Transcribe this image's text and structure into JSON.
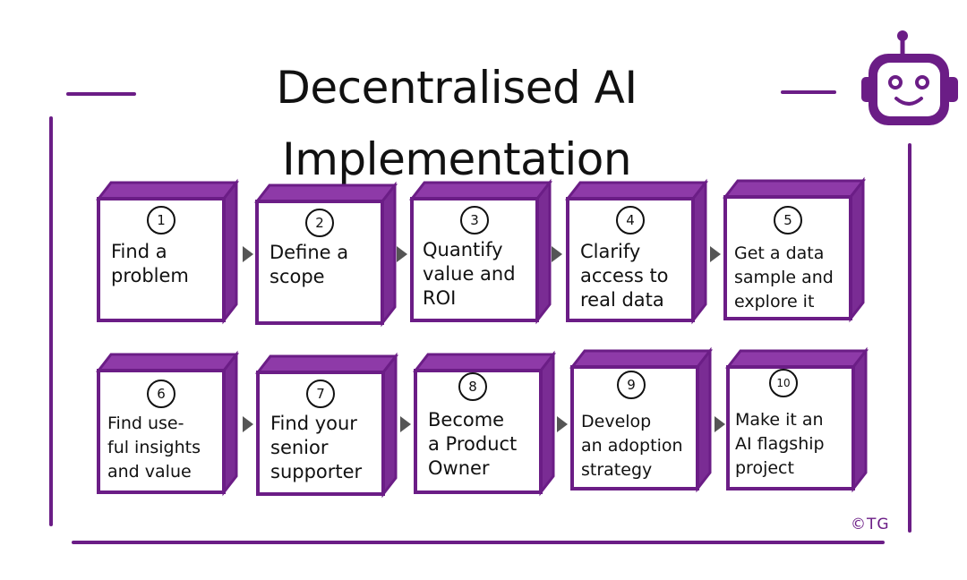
{
  "title": "Decentralised AI Implementation",
  "accent_color": "#6b1d86",
  "copyright": "©TG",
  "robot_icon": "robot-icon",
  "steps": [
    {
      "number": "1",
      "text": "Find a\nproblem"
    },
    {
      "number": "2",
      "text": "Define a\nscope"
    },
    {
      "number": "3",
      "text": "Quantify\nvalue and\nROI"
    },
    {
      "number": "4",
      "text": "Clarify\naccess to\nreal data"
    },
    {
      "number": "5",
      "text": "Get a data\nsample and\nexplore it"
    },
    {
      "number": "6",
      "text": "Find use-\nful insights\nand value"
    },
    {
      "number": "7",
      "text": "Find your\nsenior\nsupporter"
    },
    {
      "number": "8",
      "text": "Become\na Product\nOwner"
    },
    {
      "number": "9",
      "text": "Develop\nan adoption\nstrategy"
    },
    {
      "number": "10",
      "text": "Make it an\nAI flagship\nproject"
    }
  ]
}
